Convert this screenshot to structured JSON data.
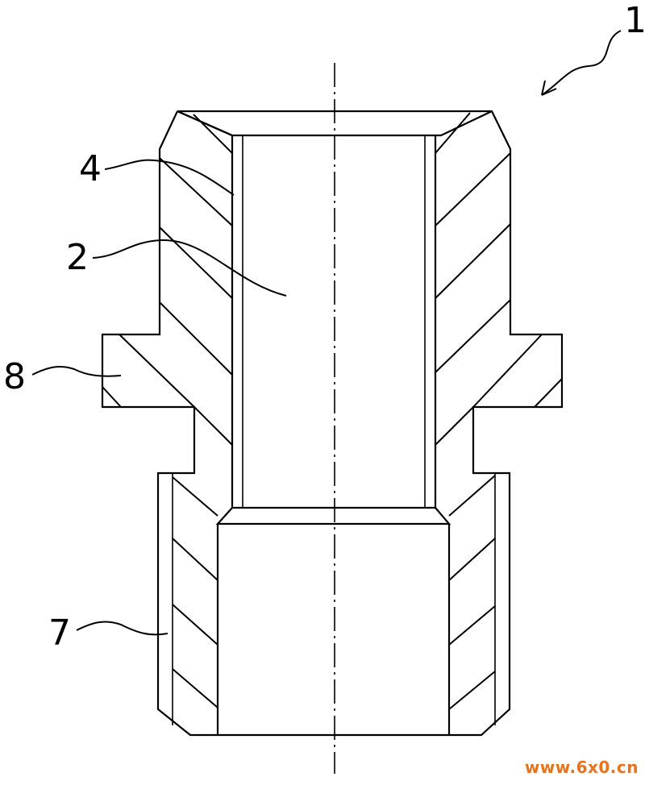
{
  "labels": {
    "assembly": "1",
    "bore": "2",
    "inner_wall": "4",
    "thread_section": "7",
    "flange": "8"
  },
  "watermark": "www.6x0.cn",
  "colors": {
    "line": "#000000",
    "watermark": "#e8731e",
    "background": "#ffffff"
  }
}
